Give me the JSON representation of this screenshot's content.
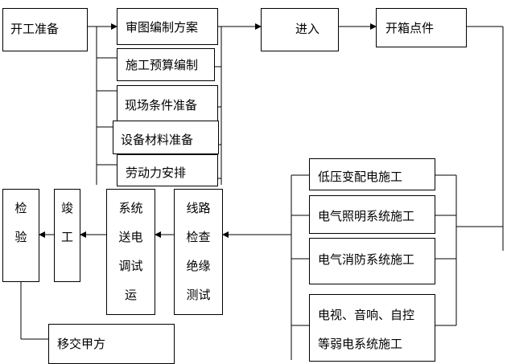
{
  "boxes": {
    "start": "开工准备",
    "review": "审图编制方案",
    "budget": "施工预算编制",
    "site": "现场条件准备",
    "material": "设备材料准备",
    "labor": "劳动力安排",
    "enter": "进入",
    "unpack": "开箱点件",
    "low_voltage": "低压变配电施工",
    "lighting": "电气照明系统施工",
    "fire": "电气消防系统施工",
    "weak_line1": "电视、音响、自控",
    "weak_line2": "等弱电系统施工",
    "line_check": [
      "线路",
      "检查",
      "绝缘",
      "测试"
    ],
    "debug": [
      "系统",
      "送电",
      "调试",
      "运"
    ],
    "complete": [
      "竣",
      "工"
    ],
    "inspect": [
      "检",
      "验"
    ],
    "handover": "移交甲方"
  }
}
